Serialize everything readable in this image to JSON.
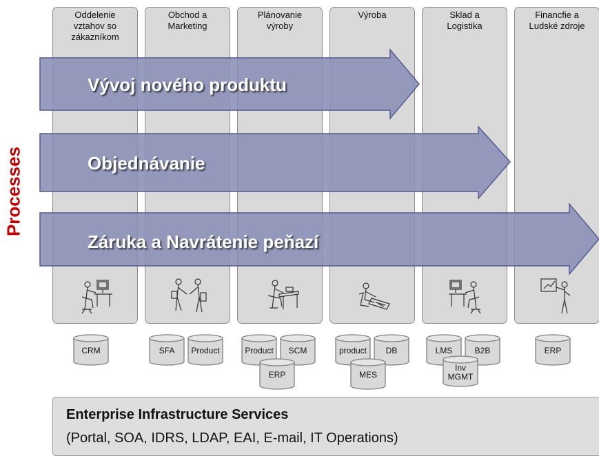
{
  "side_label": "Processes",
  "columns": [
    {
      "header": "Oddelenie\nvztahov so\nzákazníkom",
      "figure": "person-at-computer-icon"
    },
    {
      "header": "Obchod a\nMarketing",
      "figure": "handshake-people-icon"
    },
    {
      "header": "Plánovanie\nvýroby",
      "figure": "person-at-desk-icon"
    },
    {
      "header": "Výroba",
      "figure": "person-writing-icon"
    },
    {
      "header": "Sklad a\nLogistika",
      "figure": "person-at-computer-icon"
    },
    {
      "header": "Financfie a\nLudské zdroje",
      "figure": "presenter-with-chart-icon"
    }
  ],
  "processes": [
    {
      "label": "Vývoj nového produktu"
    },
    {
      "label": "Objednávanie"
    },
    {
      "label": "Záruka a Navrátenie peňazí"
    }
  ],
  "databases": [
    {
      "label": "CRM"
    },
    {
      "label": "SFA"
    },
    {
      "label": "Product"
    },
    {
      "label": "Product"
    },
    {
      "label": "SCM"
    },
    {
      "label": "ERP"
    },
    {
      "label": "product"
    },
    {
      "label": "DB"
    },
    {
      "label": "MES"
    },
    {
      "label": "LMS"
    },
    {
      "label": "B2B"
    },
    {
      "label": "Inv\nMGMT"
    },
    {
      "label": "ERP"
    }
  ],
  "infrastructure": {
    "title": "Enterprise Infrastructure Services",
    "subtitle": "(Portal, SOA, IDRS, LDAP, EAI, E-mail, IT Operations)"
  },
  "colors": {
    "column_fill": "#d9d9d9",
    "column_border": "#8c8c8c",
    "arrow_fill": "#8a8fb6",
    "arrow_stroke": "#555b8f",
    "side_label": "#c00000"
  }
}
